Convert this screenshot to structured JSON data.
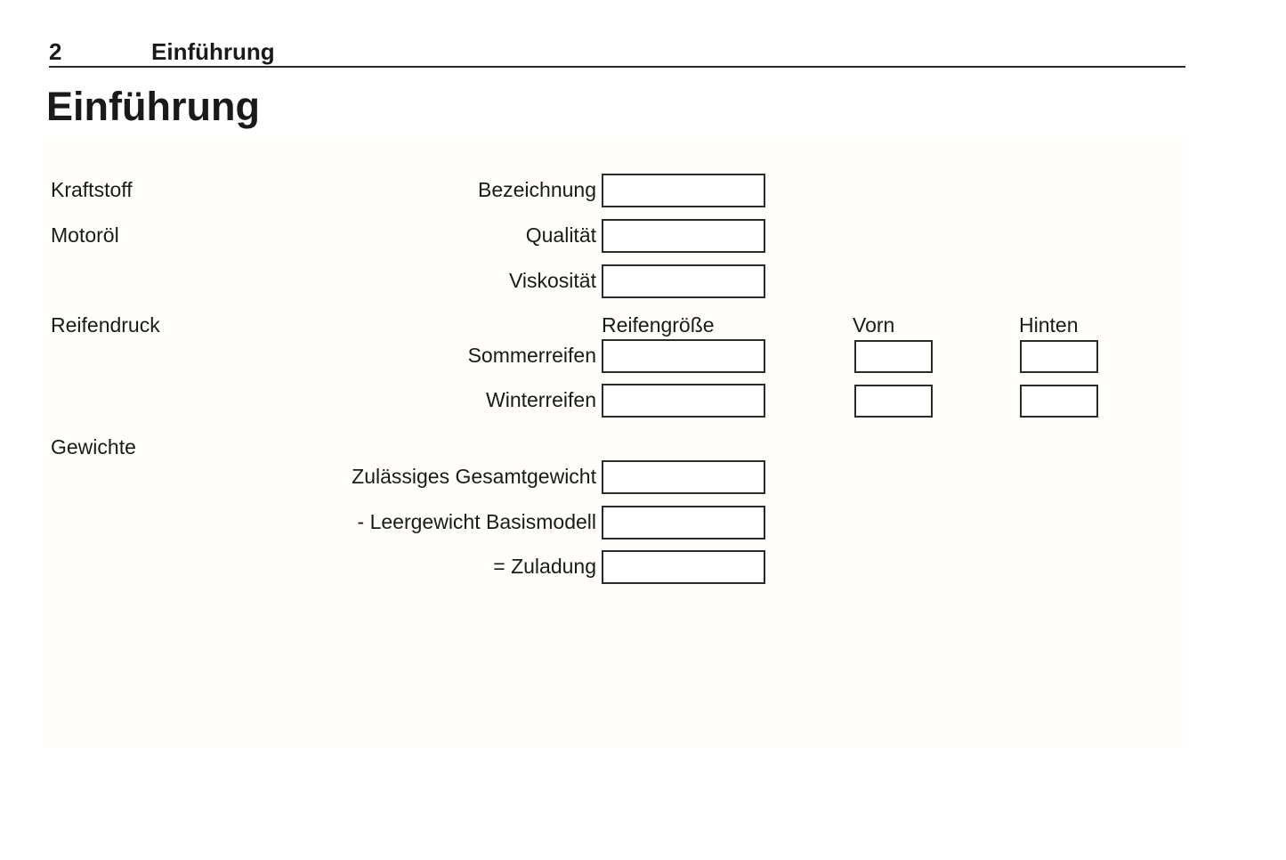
{
  "header": {
    "page_number": "2",
    "chapter": "Einführung"
  },
  "page_title": "Einführung",
  "sections": {
    "fuel": "Kraftstoff",
    "engine_oil": "Motoröl",
    "tire_pressure": "Reifendruck",
    "weights": "Gewichte"
  },
  "columns": {
    "tire_size": "Reifengröße",
    "front": "Vorn",
    "rear": "Hinten"
  },
  "fields": {
    "designation": {
      "label": "Bezeichnung",
      "value": ""
    },
    "quality": {
      "label": "Qualität",
      "value": ""
    },
    "viscosity": {
      "label": "Viskosität",
      "value": ""
    },
    "summer_tires": {
      "label": "Sommerreifen",
      "size_value": "",
      "front_value": "",
      "rear_value": ""
    },
    "winter_tires": {
      "label": "Winterreifen",
      "size_value": "",
      "front_value": "",
      "rear_value": ""
    },
    "gross_weight": {
      "label": "Zulässiges Gesamtgewicht",
      "value": ""
    },
    "curb_weight": {
      "label": "- Leergewicht Basismodell",
      "value": ""
    },
    "payload": {
      "label": "= Zuladung",
      "value": ""
    }
  },
  "colors": {
    "text": "#1a1a1a",
    "box_border": "#2b2b2b",
    "panel_background": "#fffefa",
    "rule": "#2a2a2a"
  }
}
